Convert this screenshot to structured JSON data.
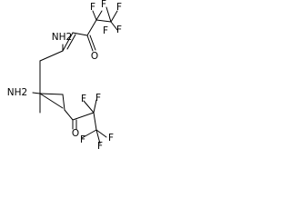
{
  "structure": {
    "atoms": {
      "nh2_top": "NH2",
      "nh2_bottom": "NH2",
      "o_top": "O",
      "o_bottom": "O",
      "f_top_1": "F",
      "f_top_2": "F",
      "f_top_3": "F",
      "f_top_4": "F",
      "f_top_5": "F",
      "f_bottom_1": "F",
      "f_bottom_2": "F",
      "f_bottom_3": "F",
      "f_bottom_4": "F",
      "f_bottom_5": "F"
    },
    "colors": {
      "ink": "#000000",
      "background": "#ffffff"
    }
  }
}
